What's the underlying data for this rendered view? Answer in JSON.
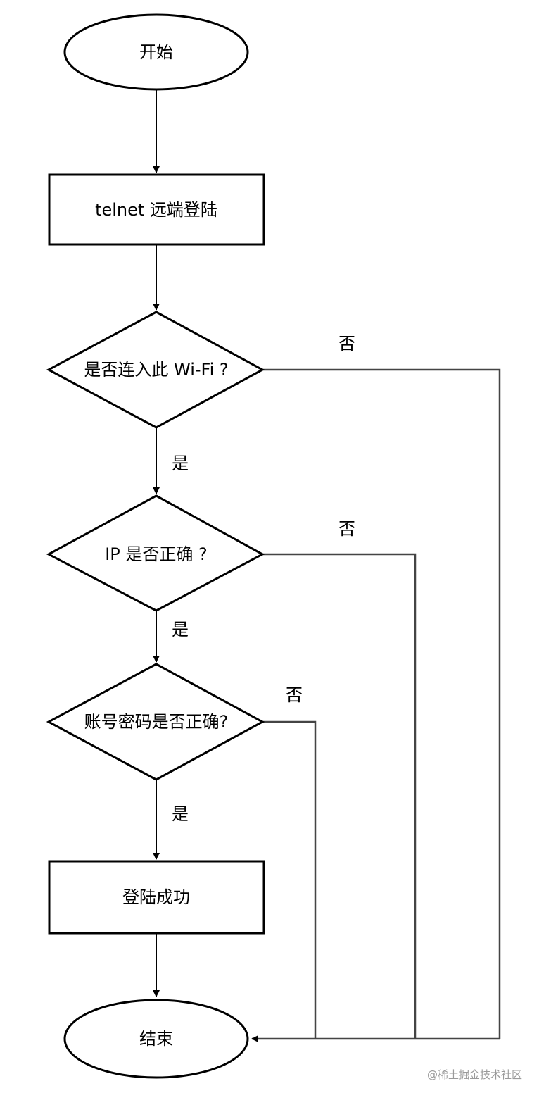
{
  "nodes": {
    "start": {
      "label": "开始"
    },
    "telnet_login": {
      "label": "telnet 远端登陆"
    },
    "wifi_check": {
      "label": "是否连入此 Wi-Fi ?"
    },
    "ip_check": {
      "label": "IP 是否正确 ?"
    },
    "account_check": {
      "label": "账号密码是否正确?"
    },
    "login_success": {
      "label": "登陆成功"
    },
    "end": {
      "label": "结束"
    }
  },
  "edges": {
    "wifi_yes": {
      "label": "是"
    },
    "wifi_no": {
      "label": "否"
    },
    "ip_yes": {
      "label": "是"
    },
    "ip_no": {
      "label": "否"
    },
    "account_yes": {
      "label": "是"
    },
    "account_no": {
      "label": "否"
    }
  },
  "watermark": {
    "text": "@稀土掘金技术社区"
  },
  "colors": {
    "stroke": "#000000",
    "branch_stroke": "#444444",
    "background": "#ffffff",
    "watermark": "#9a9a9a"
  }
}
